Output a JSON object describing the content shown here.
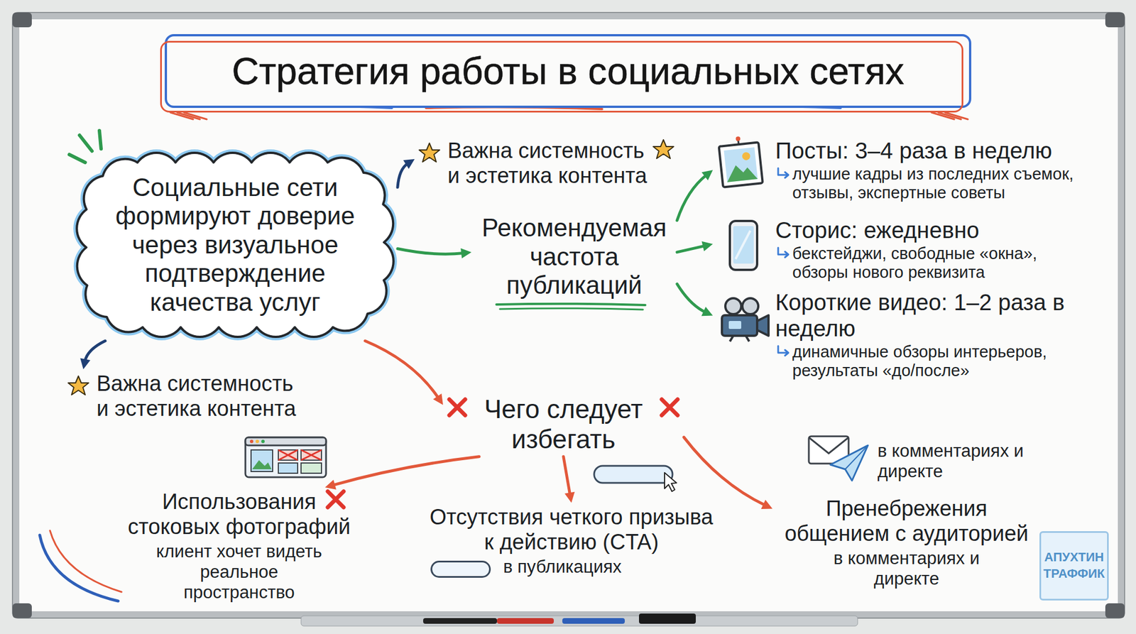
{
  "diagram": {
    "title": "Стратегия работы в социальных сетях",
    "nodes": [
      {
        "text": [
          "Социальные сети формируют доверие через визуальное подтверждение качества услуг"
        ]
      },
      {
        "text": [
          "Важна системность и эстетика контента"
        ]
      },
      {
        "text": [
          "Рекомендуемая частота публикаций"
        ]
      },
      {
        "text": [
          "Посты: 3–4 раза в неделю",
          "лучшие кадры из последних съемок, отзывы, экспертные советы"
        ]
      },
      {
        "text": [
          "Сторис: ежедневно",
          "бекстейджи, свободные «окна», обзоры нового реквизита"
        ]
      },
      {
        "text": [
          "Короткие видео: 1–2 раза в неделю",
          "динамичные обзоры интерьеров, результаты «до/после»"
        ]
      },
      {
        "text": [
          "Важна системность и эстетика контента"
        ]
      },
      {
        "text": [
          "Чего следует избегать"
        ]
      },
      {
        "text": [
          "Использования стоковых фотографий",
          "клиент хочет видеть реальное пространство"
        ]
      },
      {
        "text": [
          "Отсутствия четкого призыва к действию (CTA)",
          "в публикациях"
        ]
      },
      {
        "text": [
          "Пренебрежения общением с аудиторией",
          "в комментариях и директе"
        ]
      }
    ],
    "edges": [
      {
        "from": 0,
        "to": 1,
        "arrow": "to"
      },
      {
        "from": 0,
        "to": 2,
        "arrow": "to"
      },
      {
        "from": 0,
        "to": 6,
        "arrow": "to"
      },
      {
        "from": 0,
        "to": 7,
        "arrow": "to"
      },
      {
        "from": 2,
        "to": 3,
        "arrow": "to"
      },
      {
        "from": 2,
        "to": 4,
        "arrow": "to"
      },
      {
        "from": 2,
        "to": 5,
        "arrow": "to"
      },
      {
        "from": 7,
        "to": 8,
        "arrow": "to"
      },
      {
        "from": 7,
        "to": 9,
        "arrow": "to"
      },
      {
        "from": 7,
        "to": 10,
        "arrow": "to"
      }
    ],
    "labels": [
      "в комментариях и директе",
      "АПУХТИН ТРАФФИК"
    ]
  }
}
